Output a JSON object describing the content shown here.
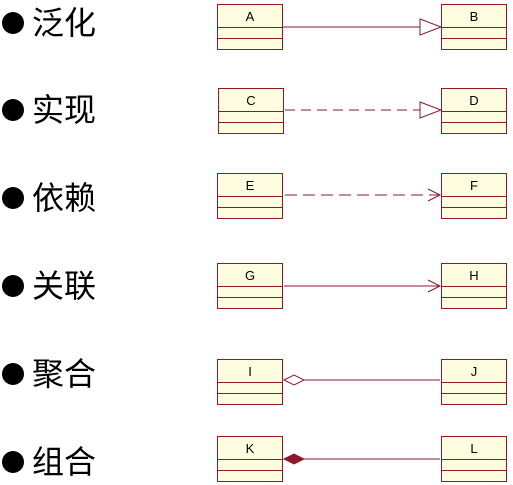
{
  "relationships": [
    {
      "label": "泛化",
      "from": "A",
      "to": "B",
      "kind": "generalization"
    },
    {
      "label": "实现",
      "from": "C",
      "to": "D",
      "kind": "realization"
    },
    {
      "label": "依赖",
      "from": "E",
      "to": "F",
      "kind": "dependency"
    },
    {
      "label": "关联",
      "from": "G",
      "to": "H",
      "kind": "association"
    },
    {
      "label": "聚合",
      "from": "I",
      "to": "J",
      "kind": "aggregation"
    },
    {
      "label": "组合",
      "from": "K",
      "to": "L",
      "kind": "composition"
    }
  ],
  "colors": {
    "line": "#8b1a2b",
    "class_fill": "#fffde0",
    "bullet": "#000000"
  }
}
